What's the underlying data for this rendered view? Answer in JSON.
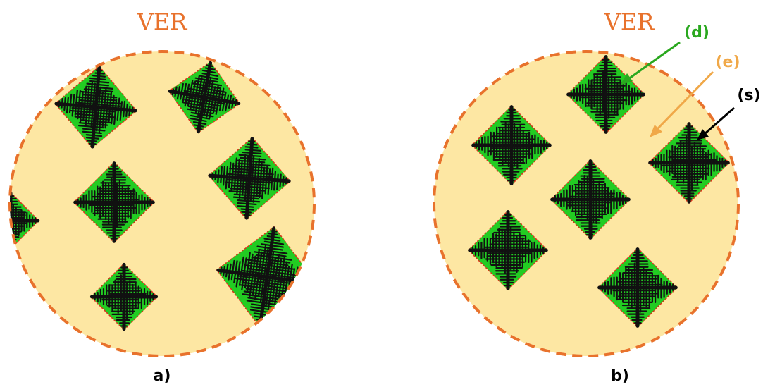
{
  "panel_a": {
    "title": "VER",
    "caption": "a)"
  },
  "panel_b": {
    "title": "VER",
    "caption": "b)",
    "labels": {
      "d": "(d)",
      "e": "(e)",
      "s": "(s)"
    }
  },
  "colors": {
    "matrix_fill": "#fde7a3",
    "boundary": "#e8722c",
    "grain_green": "#22cc22",
    "dendrite": "#111111",
    "label_d": "#2aa81f",
    "label_e": "#f0a848",
    "label_s": "#000000"
  }
}
